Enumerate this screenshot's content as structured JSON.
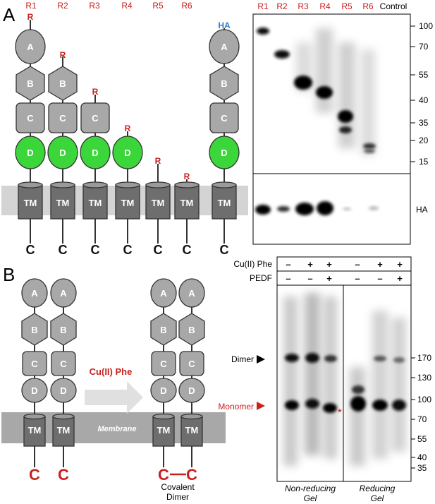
{
  "panelA": {
    "label": "A",
    "constructs": [
      "R1",
      "R2",
      "R3",
      "R4",
      "R5",
      "R6"
    ],
    "tag_label": "R",
    "ha_label": "HA",
    "domains": {
      "a": "A",
      "b": "B",
      "c": "C",
      "d": "D",
      "tm": "TM",
      "cterm": "C"
    },
    "blot": {
      "lanes": [
        "R1",
        "R2",
        "R3",
        "R4",
        "R5",
        "R6",
        "Control"
      ],
      "markers": [
        "100",
        "70",
        "55",
        "40",
        "35",
        "20",
        "15"
      ],
      "lower_label": "HA"
    }
  },
  "panelB": {
    "label": "B",
    "domains": {
      "a": "A",
      "b": "B",
      "c": "C",
      "d": "D",
      "tm": "TM",
      "cterm": "C"
    },
    "arrow_label": "Cu(II) Phe",
    "membrane_label": "Membrane",
    "covalent_label_1": "Covalent",
    "covalent_label_2": "Dimer",
    "blot": {
      "row1_label": "Cu(II) Phe",
      "row2_label": "PEDF",
      "row1_signs": [
        "–",
        "+",
        "+",
        "–",
        "+",
        "+"
      ],
      "row2_signs": [
        "–",
        "–",
        "+",
        "–",
        "–",
        "+"
      ],
      "dimer_label": "Dimer",
      "monomer_label": "Monomer",
      "asterisk": "*",
      "markers": [
        "170",
        "130",
        "100",
        "70",
        "55",
        "40",
        "35"
      ],
      "gel1_line1": "Non-reducing",
      "gel1_line2": "Gel",
      "gel2_line1": "Reducing",
      "gel2_line2": "Gel"
    }
  },
  "colors": {
    "tag_red": "#c8211e",
    "ha_blue": "#2c7fc8",
    "domain_d_green": "#3ad63a",
    "domain_grey": "#a8a8a8",
    "membrane_grey": "#d4d4d4"
  }
}
